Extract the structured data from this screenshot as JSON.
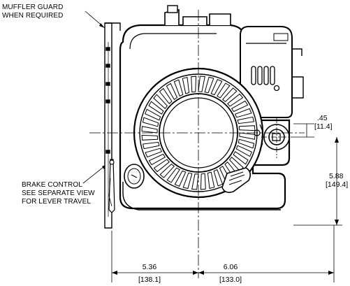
{
  "callouts": {
    "muffler_guard": [
      "MUFFLER GUARD",
      "WHEN REQUIRED"
    ],
    "brake_control": [
      "BRAKE CONTROL",
      "SEE SEPARATE VIEW",
      "FOR LEVER TRAVEL"
    ]
  },
  "dimensions": {
    "offset_small": {
      "inch": ".45",
      "mm": "[11.4]"
    },
    "height_right": {
      "inch": "5.88",
      "mm": "[149.4]"
    },
    "width_left": {
      "inch": "5.36",
      "mm": "[138.1]"
    },
    "width_right": {
      "inch": "6.06",
      "mm": "[133.0]"
    }
  }
}
